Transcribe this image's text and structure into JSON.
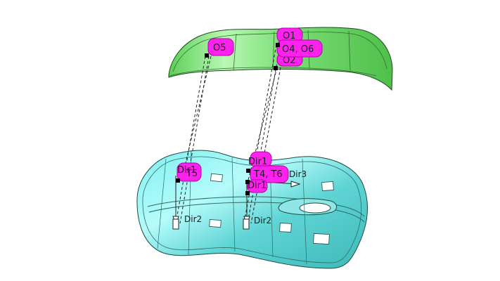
{
  "scene": {
    "colors": {
      "upper_part": "#7ce07a",
      "lower_part": "#5fd8d8",
      "tag_fill": "#ff22ee",
      "tag_stroke": "#b000a8",
      "edge": "#1c4b45"
    },
    "upper_tags": {
      "left": "O5",
      "right_top": "O1",
      "right_mid": "O4, O6",
      "right_bottom": "O2"
    },
    "lower_tags": {
      "left_top": "Dir1",
      "left_mid": "T5",
      "right_top": "Dir1",
      "right_mid": "T4, T6",
      "right_bottom": "Dir1"
    },
    "direction_labels": {
      "dir2_left": "Dir2",
      "dir2_right": "Dir2",
      "dir3": "Dir3"
    }
  }
}
